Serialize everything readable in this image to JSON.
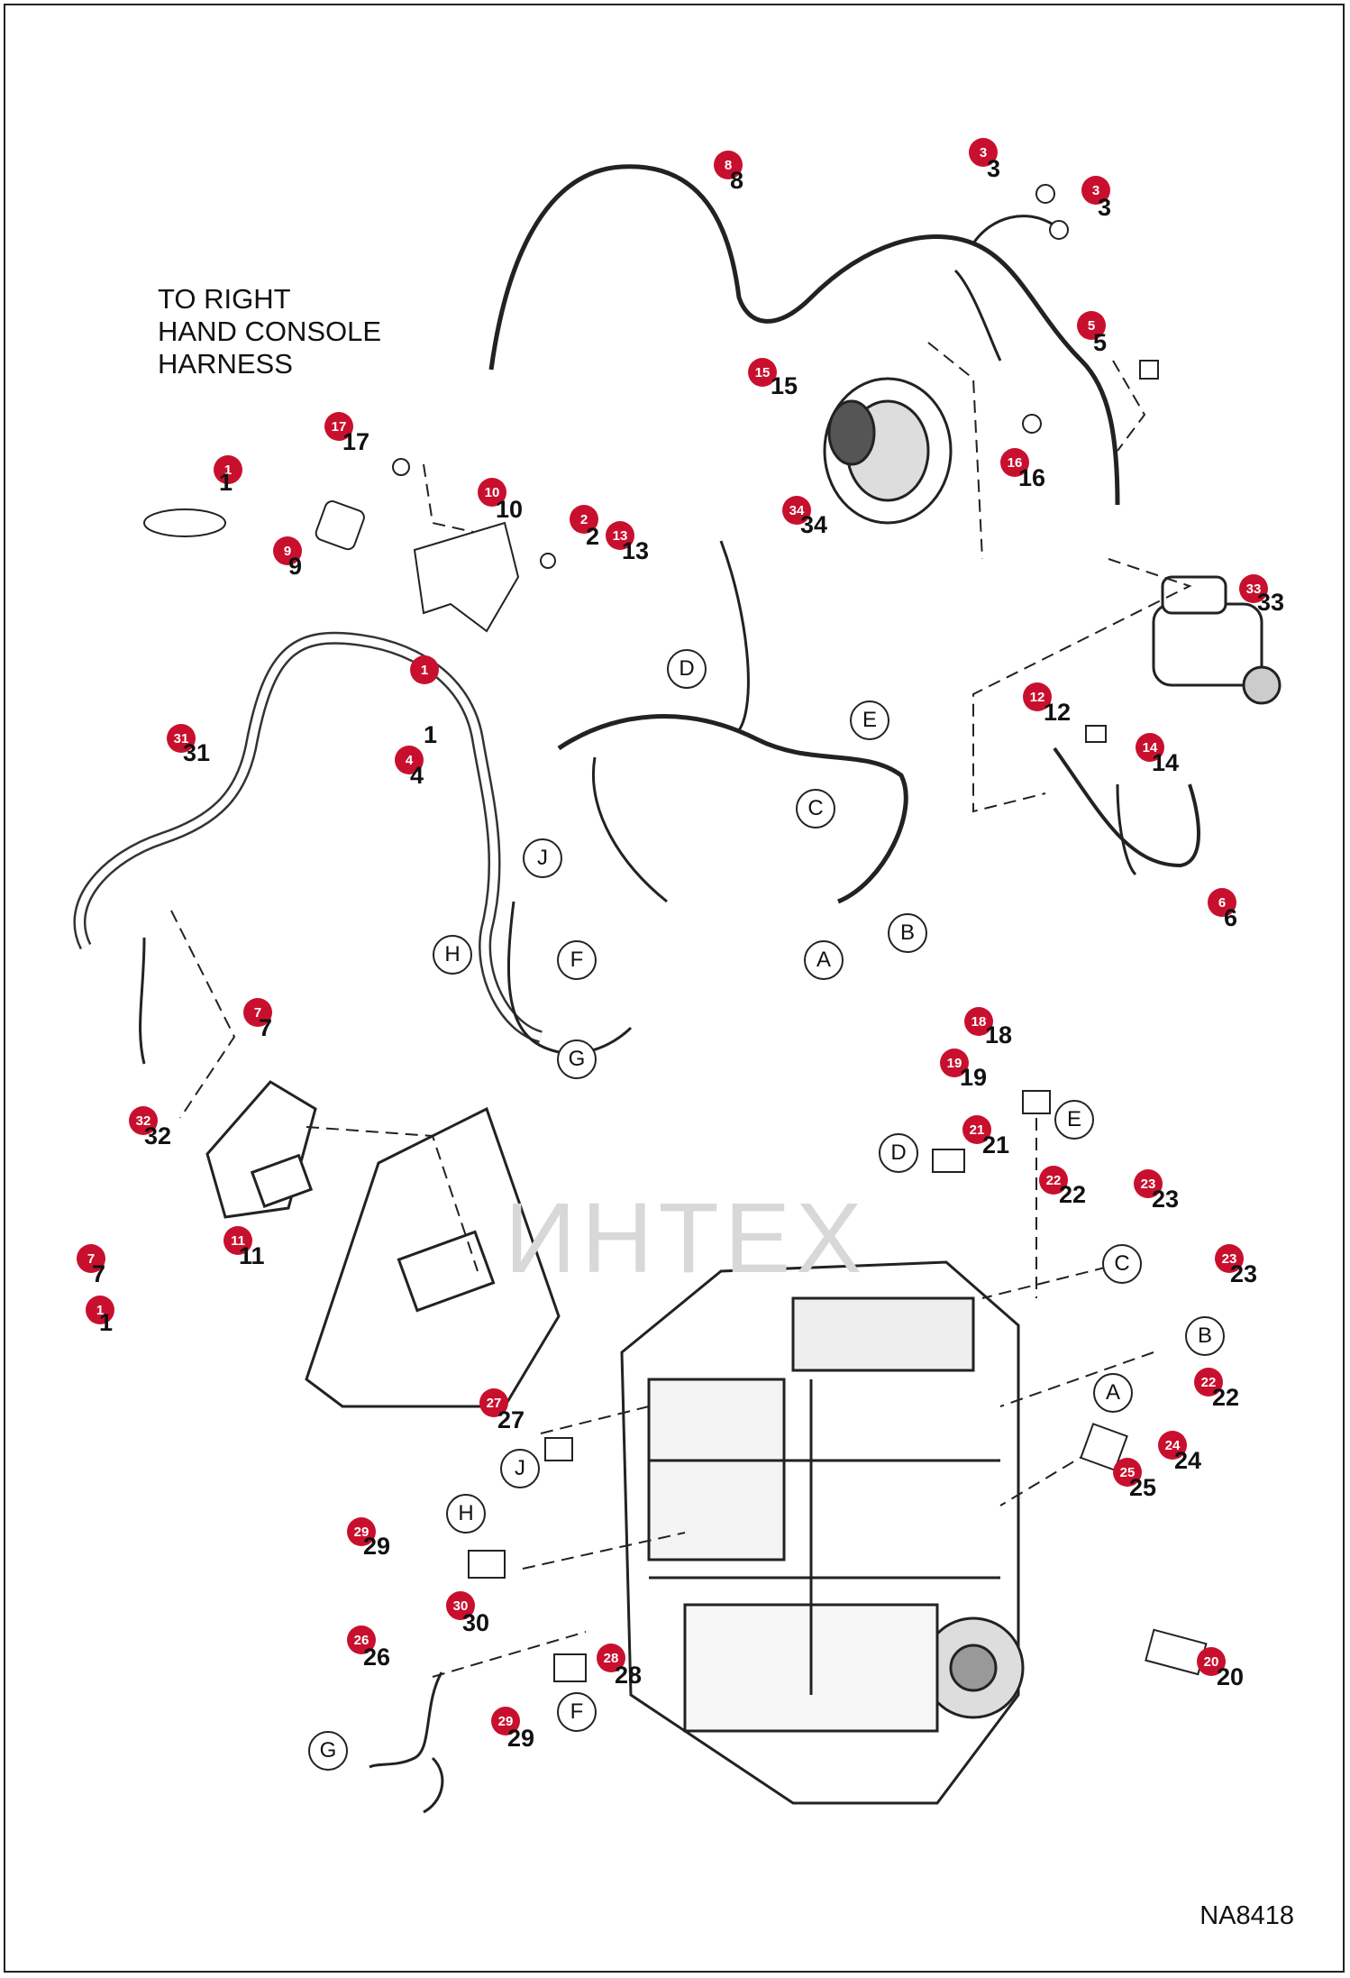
{
  "caption_lines": [
    "TO RIGHT",
    "HAND CONSOLE",
    "HARNESS"
  ],
  "drawing_code": "NA8418",
  "watermark": "ИНТЕХ",
  "callout_color": "#c8102e",
  "callouts": [
    {
      "n": "1"
    },
    {
      "n": "2"
    },
    {
      "n": "3"
    },
    {
      "n": "4"
    },
    {
      "n": "5"
    },
    {
      "n": "6"
    },
    {
      "n": "7"
    },
    {
      "n": "8"
    },
    {
      "n": "9"
    },
    {
      "n": "10"
    },
    {
      "n": "11"
    },
    {
      "n": "12"
    },
    {
      "n": "13"
    },
    {
      "n": "14"
    },
    {
      "n": "15"
    },
    {
      "n": "16"
    },
    {
      "n": "17"
    },
    {
      "n": "18"
    },
    {
      "n": "19"
    },
    {
      "n": "20"
    },
    {
      "n": "21"
    },
    {
      "n": "22"
    },
    {
      "n": "23"
    },
    {
      "n": "24"
    },
    {
      "n": "25"
    },
    {
      "n": "26"
    },
    {
      "n": "27"
    },
    {
      "n": "28"
    },
    {
      "n": "29"
    },
    {
      "n": "30"
    },
    {
      "n": "31"
    },
    {
      "n": "32"
    },
    {
      "n": "33"
    },
    {
      "n": "34"
    }
  ],
  "connectors": [
    "A",
    "B",
    "C",
    "D",
    "E",
    "F",
    "G",
    "H",
    "J"
  ]
}
